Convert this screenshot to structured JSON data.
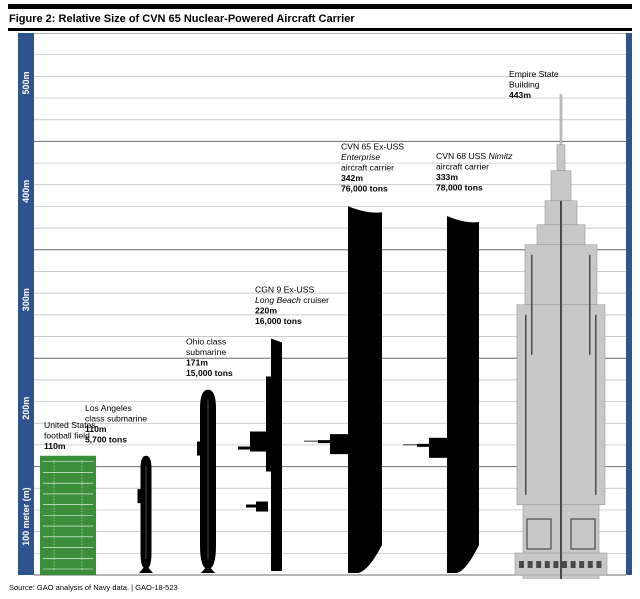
{
  "figure": {
    "title": "Figure 2: Relative Size of CVN 65 Nuclear-Powered Aircraft Carrier",
    "source": "Source: GAO analysis of Navy data.  |  GAO-18-523"
  },
  "colors": {
    "axis_band": "#2e548f",
    "ship": "#000000",
    "field": "#3b8f3b",
    "building": "#c8c8c8",
    "building_dark": "#4a4a4a"
  },
  "chart_data": {
    "type": "bar",
    "title": "Figure 2: Relative Size of CVN 65 Nuclear-Powered Aircraft Carrier",
    "ylabel": "meter (m)",
    "ylim": [
      0,
      500
    ],
    "yticks": [
      {
        "value": 100,
        "label": "100 meter (m)"
      },
      {
        "value": 200,
        "label": "200m"
      },
      {
        "value": 300,
        "label": "300m"
      },
      {
        "value": 400,
        "label": "400m"
      },
      {
        "value": 500,
        "label": "500m"
      }
    ],
    "minor_grid_step": 20,
    "grid": true,
    "items": [
      {
        "id": "football",
        "kind": "field",
        "lines": [
          {
            "t": "United States"
          },
          {
            "t": "football field"
          },
          {
            "t": "110m",
            "b": true
          }
        ],
        "value": 110
      },
      {
        "id": "la_sub",
        "kind": "sub",
        "lines": [
          {
            "t": "Los Angeles"
          },
          {
            "t": "class submarine"
          },
          {
            "t": "110m",
            "b": true
          },
          {
            "t": "5,700 tons",
            "b": true
          }
        ],
        "value": 110,
        "tons": "5,700"
      },
      {
        "id": "ohio_sub",
        "kind": "sub",
        "lines": [
          {
            "t": "Ohio class"
          },
          {
            "t": "submarine"
          },
          {
            "t": "171m",
            "b": true
          },
          {
            "t": "15,000 tons",
            "b": true
          }
        ],
        "value": 171,
        "tons": "15,000"
      },
      {
        "id": "cgn9",
        "kind": "cruiser",
        "lines": [
          {
            "t": "CGN 9 Ex-USS"
          },
          {
            "t": "Long Beach",
            "i": true,
            "suffix": " cruiser"
          },
          {
            "t": "220m",
            "b": true
          },
          {
            "t": "16,000 tons",
            "b": true
          }
        ],
        "value": 220,
        "tons": "16,000"
      },
      {
        "id": "cvn65",
        "kind": "carrier",
        "lines": [
          {
            "t": "CVN 65 Ex-USS"
          },
          {
            "t": "Enterprise",
            "i": true
          },
          {
            "t": "aircraft carrier"
          },
          {
            "t": "342m",
            "b": true
          },
          {
            "t": "76,000 tons",
            "b": true
          }
        ],
        "value": 342,
        "tons": "76,000"
      },
      {
        "id": "cvn68",
        "kind": "carrier",
        "lines": [
          {
            "t": "CVN 68 USS ",
            "suffix_i": "Nimitz"
          },
          {
            "t": "aircraft carrier"
          },
          {
            "t": "333m",
            "b": true
          },
          {
            "t": "78,000 tons",
            "b": true
          }
        ],
        "value": 333,
        "tons": "78,000"
      },
      {
        "id": "empire",
        "kind": "building",
        "lines": [
          {
            "t": "Empire State"
          },
          {
            "t": "Building"
          },
          {
            "t": "443m",
            "b": true
          }
        ],
        "value": 443
      }
    ]
  }
}
